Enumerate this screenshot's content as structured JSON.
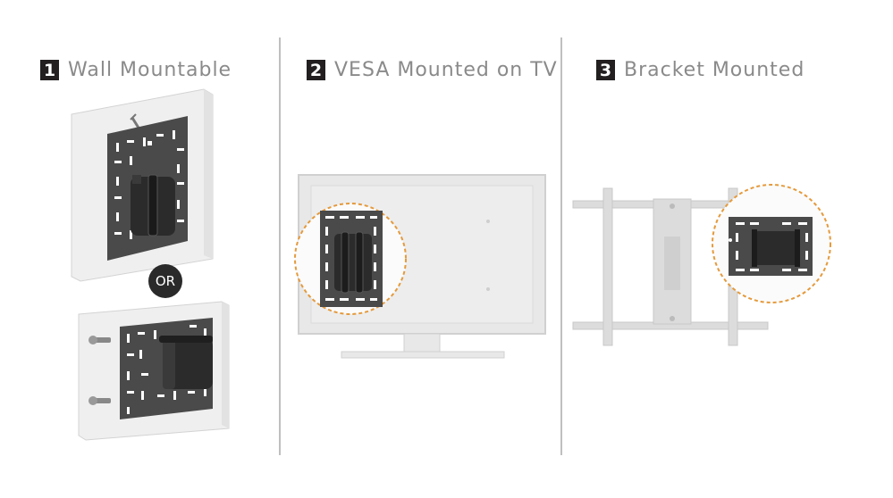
{
  "panels": [
    {
      "number": "1",
      "title": "Wall Mountable"
    },
    {
      "number": "2",
      "title": "VESA Mounted on TV"
    },
    {
      "number": "3",
      "title": "Bracket Mounted"
    }
  ],
  "or_label": "OR",
  "colors": {
    "plate": "#4a4a4a",
    "slot": "#ffffff",
    "device": "#2b2b2b",
    "highlight": "#e59a3c",
    "wall": "#efefef",
    "ghost": "#d6d6d6",
    "number_box": "#231f20",
    "heading_text": "#8a8a8a"
  }
}
